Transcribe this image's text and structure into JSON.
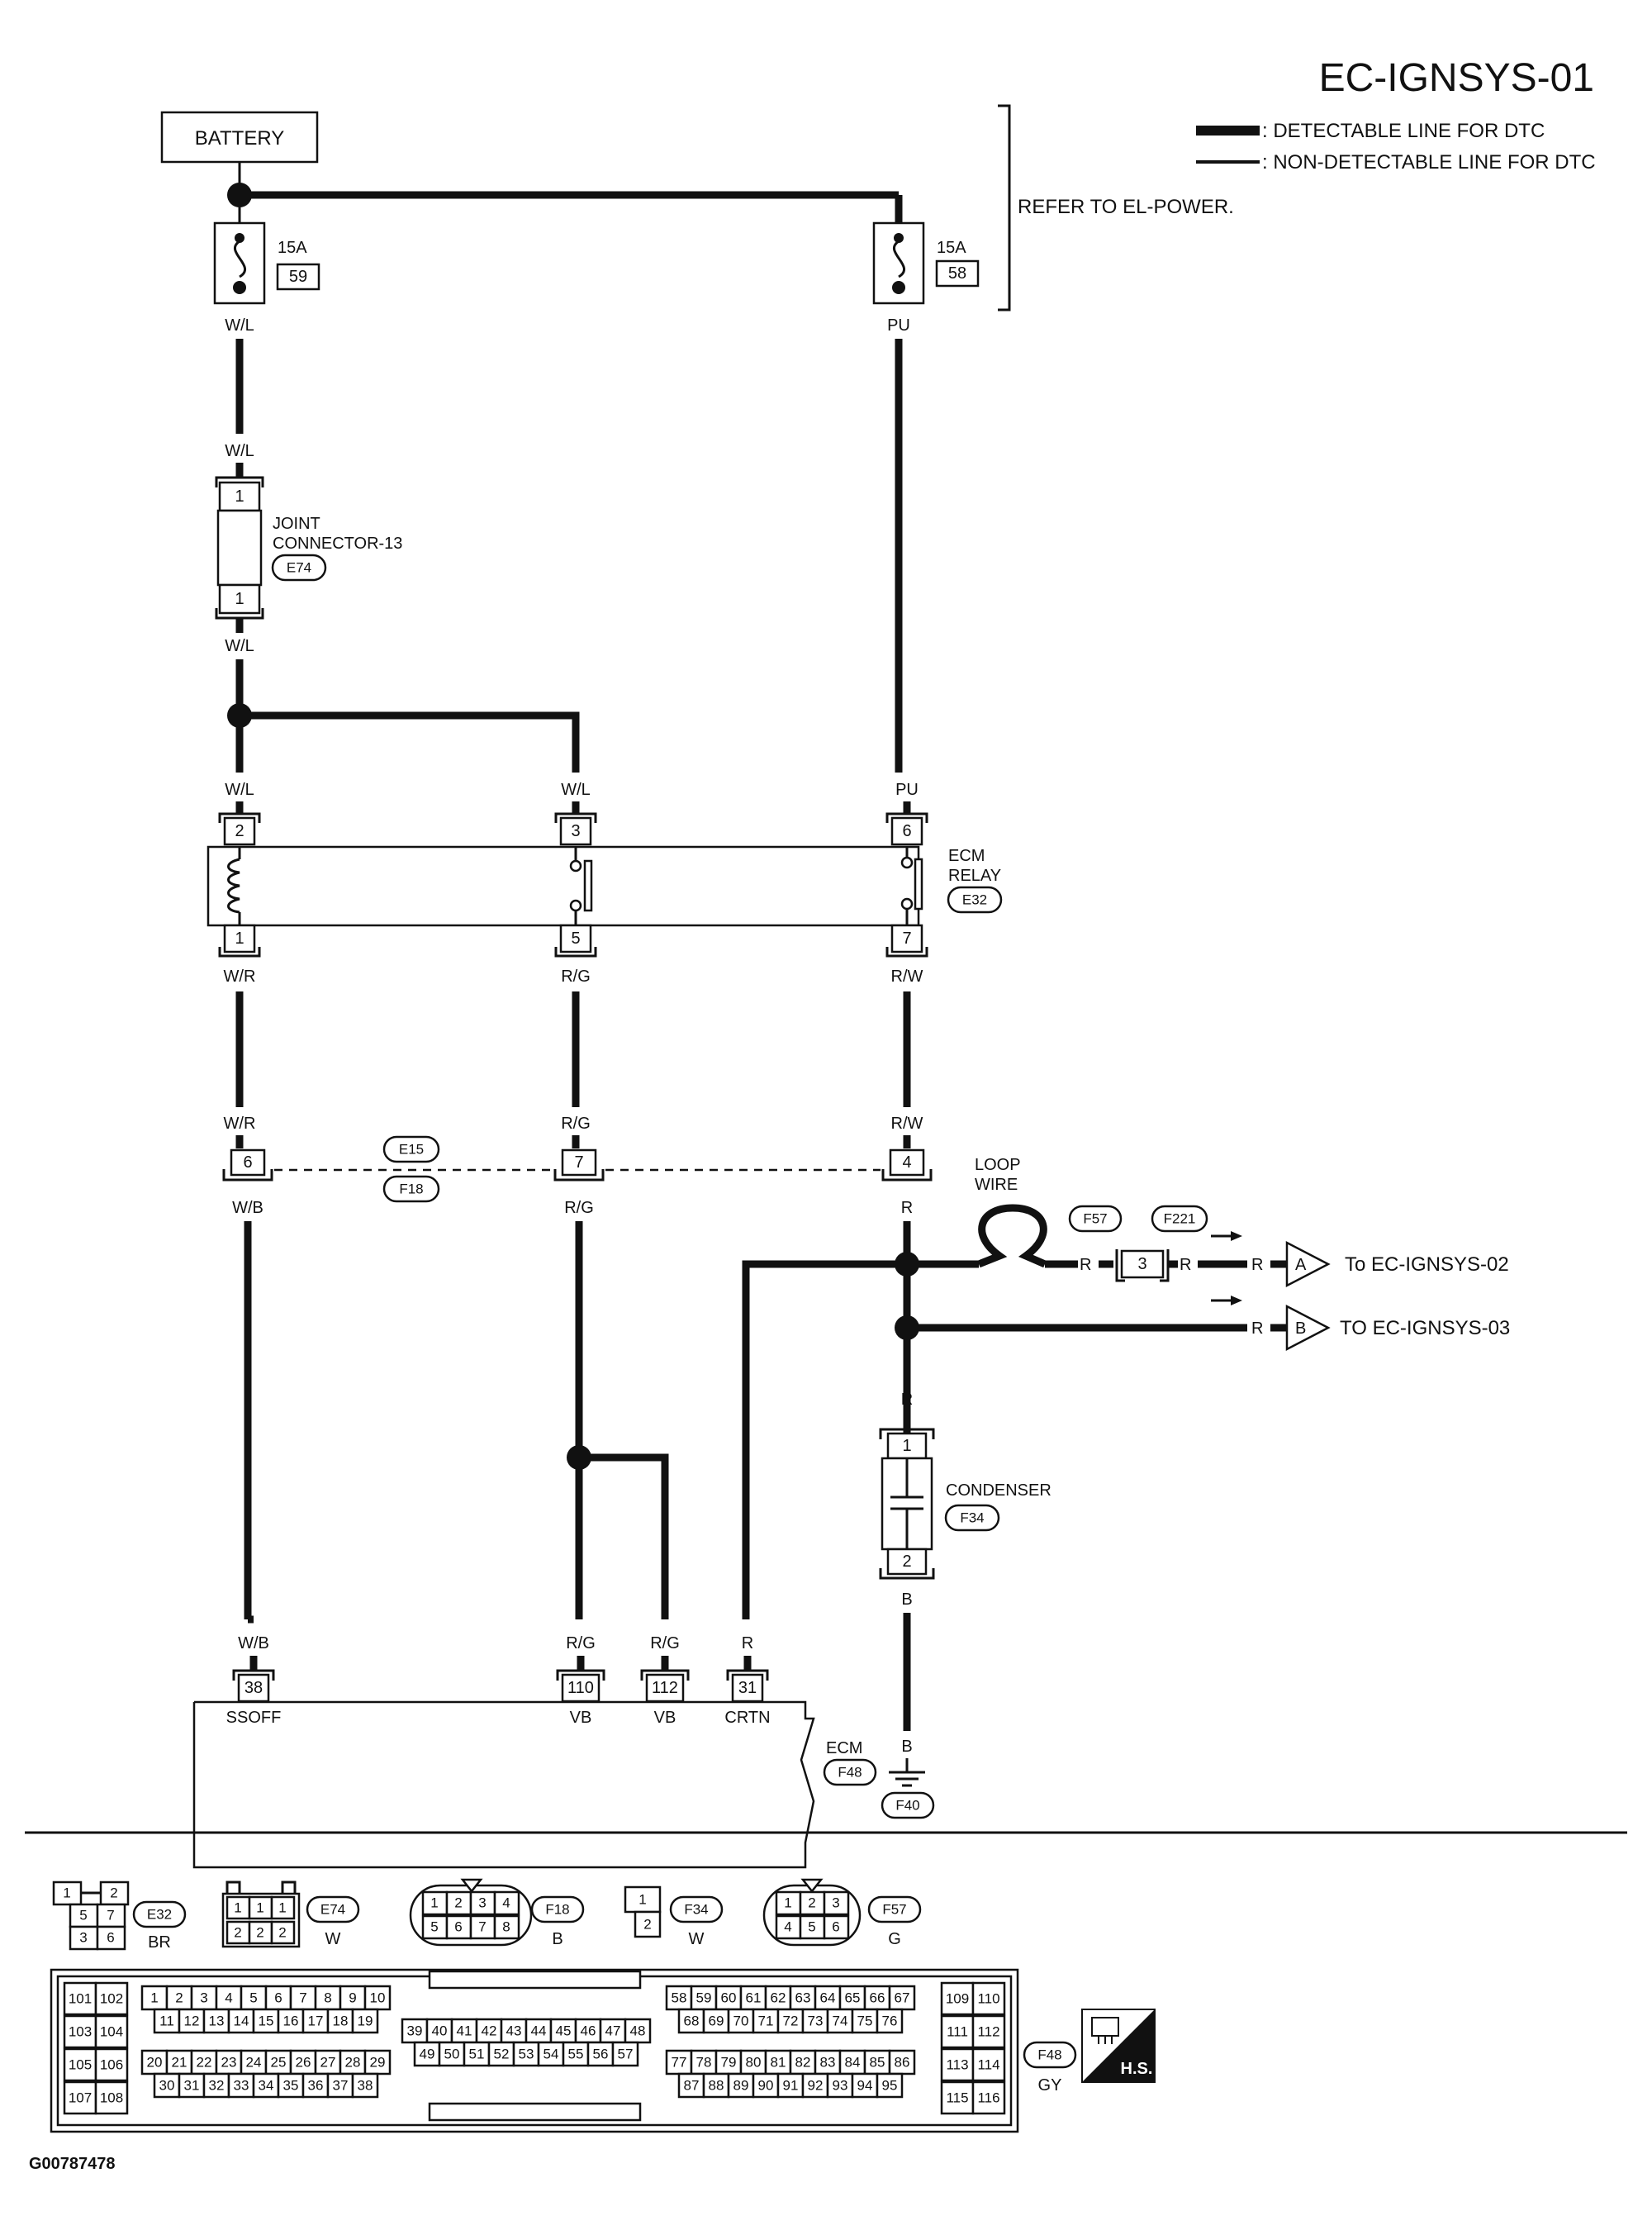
{
  "title": "EC-IGNSYS-01",
  "legend": {
    "detectable": ": DETECTABLE LINE FOR DTC",
    "non_detectable": ": NON-DETECTABLE LINE FOR DTC"
  },
  "refer_power": "REFER TO EL-POWER.",
  "battery": "BATTERY",
  "fuse_left": {
    "rating": "15A",
    "number": "59"
  },
  "fuse_right": {
    "rating": "15A",
    "number": "58"
  },
  "wires": {
    "wl": "W/L",
    "pu": "PU",
    "wr": "W/R",
    "rg": "R/G",
    "rw": "R/W",
    "wb": "W/B",
    "r": "R",
    "b": "B"
  },
  "joint_connector": {
    "label_line1": "JOINT",
    "label_line2": "CONNECTOR-13",
    "connector": "E74",
    "pin_top": "1",
    "pin_bottom": "1"
  },
  "ecm_relay": {
    "label_line1": "ECM",
    "label_line2": "RELAY",
    "connector": "E32",
    "pins": [
      "2",
      "3",
      "6",
      "1",
      "5",
      "7"
    ]
  },
  "harness_connector": {
    "top": "E15",
    "bottom": "F18",
    "pins": [
      "6",
      "7",
      "4"
    ]
  },
  "loop_wire": {
    "line1": "LOOP",
    "line2": "WIRE"
  },
  "inline_connector": {
    "left": "F57",
    "right": "F221",
    "pin": "3"
  },
  "to_a": {
    "letter": "A",
    "text": "To EC-IGNSYS-02"
  },
  "to_b": {
    "letter": "B",
    "text": "TO EC-IGNSYS-03"
  },
  "condenser": {
    "label": "CONDENSER",
    "connector": "F34",
    "pin_top": "1",
    "pin_bottom": "2"
  },
  "ecm": {
    "label": "ECM",
    "connector": "F48",
    "terminals": [
      {
        "pin": "38",
        "name": "SSOFF"
      },
      {
        "pin": "110",
        "name": "VB"
      },
      {
        "pin": "112",
        "name": "VB"
      },
      {
        "pin": "31",
        "name": "CRTN"
      }
    ]
  },
  "ground": "F40",
  "connector_views": {
    "e32": {
      "id": "E32",
      "color": "BR",
      "pins": [
        "1",
        "2",
        "5",
        "7",
        "3",
        "6"
      ]
    },
    "e74": {
      "id": "E74",
      "color": "W",
      "pins": [
        "1",
        "1",
        "1",
        "2",
        "2",
        "2"
      ]
    },
    "f18": {
      "id": "F18",
      "color": "B",
      "pins": [
        "1",
        "2",
        "3",
        "4",
        "5",
        "6",
        "7",
        "8"
      ]
    },
    "f34": {
      "id": "F34",
      "color": "W",
      "pins": [
        "1",
        "2"
      ]
    },
    "f57": {
      "id": "F57",
      "color": "G",
      "pins": [
        "1",
        "2",
        "3",
        "4",
        "5",
        "6"
      ]
    },
    "f48": {
      "id": "F48",
      "color": "GY",
      "left_pins": [
        "101",
        "102",
        "103",
        "104",
        "105",
        "106",
        "107",
        "108"
      ],
      "right_pins": [
        "109",
        "110",
        "111",
        "112",
        "113",
        "114",
        "115",
        "116"
      ]
    }
  },
  "hs_badge": "H.S.",
  "figure_id": "G00787478"
}
